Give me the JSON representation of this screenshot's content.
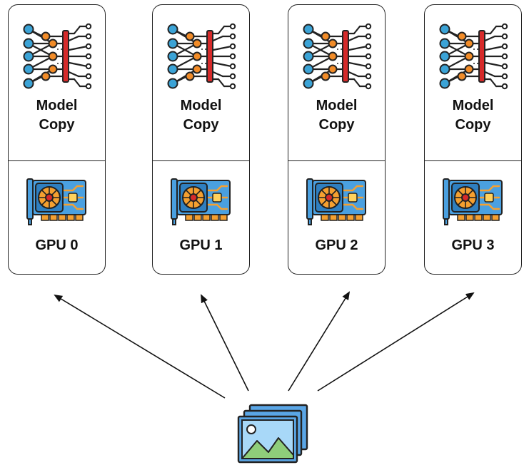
{
  "colors": {
    "outline": "#222222",
    "node_blue": "#3ba3d6",
    "node_orange": "#f28c28",
    "bar_red": "#d62a2a",
    "gpu_blue": "#4aa0e0",
    "gpu_orange": "#f5a030",
    "image_sky": "#a8d8f8",
    "image_hill": "#8fce7a"
  },
  "icons": {
    "model": "neural-network-chip-icon",
    "gpu": "graphics-card-icon",
    "input": "image-stack-icon"
  },
  "cards": [
    {
      "model_line1": "Model",
      "model_line2": "Copy",
      "gpu_label": "GPU 0"
    },
    {
      "model_line1": "Model",
      "model_line2": "Copy",
      "gpu_label": "GPU 1"
    },
    {
      "model_line1": "Model",
      "model_line2": "Copy",
      "gpu_label": "GPU 2"
    },
    {
      "model_line1": "Model",
      "model_line2": "Copy",
      "gpu_label": "GPU 3"
    }
  ]
}
